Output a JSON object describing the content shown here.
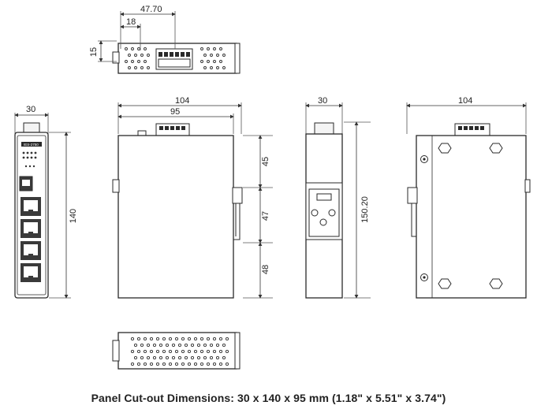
{
  "caption": "Panel Cut-out Dimensions: 30 x 140 x 95 mm (1.18\" x 5.51\" x 3.74\")",
  "top_view": {
    "dim_total": "47.70",
    "dim_offset": "18",
    "dim_height": "15"
  },
  "front_view": {
    "dim_width": "30",
    "dim_height": "140",
    "model_label": "IES-2750"
  },
  "side_view_left": {
    "dim_width": "104",
    "dim_inner_width": "95",
    "dim_upper": "45",
    "dim_middle": "47",
    "dim_lower": "48"
  },
  "rear_view": {
    "dim_width": "30",
    "dim_height": "150.20"
  },
  "side_view_right": {
    "dim_width": "104"
  },
  "colors": {
    "line": "#2a2a2a",
    "fill_dark": "#3a3a3a",
    "fill_light": "#f7f7f7",
    "dim_line": "#555555"
  }
}
